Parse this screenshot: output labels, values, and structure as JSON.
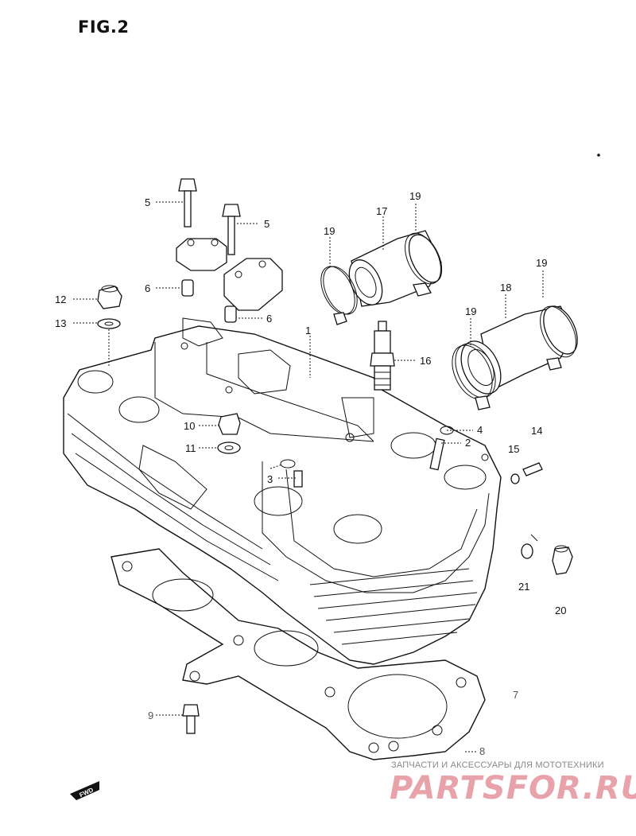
{
  "figure": {
    "title": "FIG.2"
  },
  "callouts": {
    "c1": "1",
    "c2": "2",
    "c3": "3",
    "c4": "4",
    "c5a": "5",
    "c5b": "5",
    "c6a": "6",
    "c6b": "6",
    "c7": "7",
    "c8": "8",
    "c9": "9",
    "c10": "10",
    "c11": "11",
    "c12": "12",
    "c13": "13",
    "c14": "14",
    "c15": "15",
    "c16": "16",
    "c17": "17",
    "c18": "18",
    "c19a": "19",
    "c19b": "19",
    "c19c": "19",
    "c19d": "19",
    "c20": "20",
    "c21": "21"
  },
  "direction_marker": "FWD",
  "watermark": {
    "tagline": "ЗАПЧАСТИ И АКСЕССУАРЫ ДЛЯ МОТОТЕХНИКИ",
    "brand": "PARTSFOR.RU"
  },
  "colors": {
    "ink": "#111111",
    "watermark_brand": "#e8a2aa",
    "watermark_text": "#888888"
  }
}
